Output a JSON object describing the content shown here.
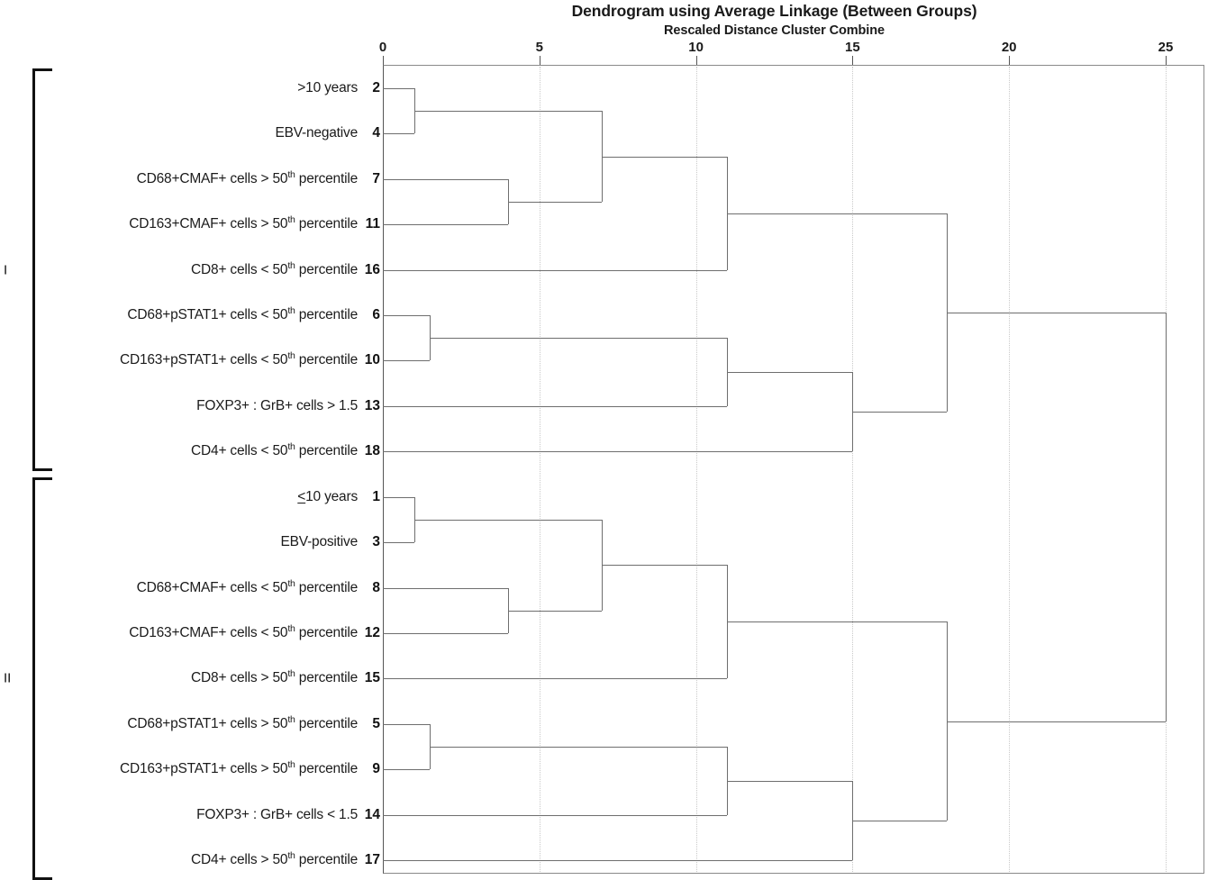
{
  "chart_data": {
    "type": "dendrogram",
    "title": "Dendrogram using Average Linkage (Between Groups)",
    "subtitle": "Rescaled Distance Cluster Combine",
    "xlabel": "Rescaled Distance Cluster Combine",
    "ylabel": "",
    "xlim": [
      0,
      25.8
    ],
    "grid": true,
    "legend": "none",
    "axis": {
      "ticks": [
        0,
        5,
        10,
        15,
        20,
        25
      ],
      "tick_labels": [
        "0",
        "5",
        "10",
        "15",
        "20",
        "25"
      ]
    },
    "leaves": [
      {
        "order": 1,
        "num": "2",
        "label": "&gt;10 years",
        "cluster": "I"
      },
      {
        "order": 2,
        "num": "4",
        "label": "EBV-negative",
        "cluster": "I"
      },
      {
        "order": 3,
        "num": "7",
        "label": "CD68+CMAF+ cells &gt; 50<sup>th</sup> percentile",
        "cluster": "I"
      },
      {
        "order": 4,
        "num": "11",
        "label": "CD163+CMAF+ cells &gt; 50<sup>th</sup> percentile",
        "cluster": "I"
      },
      {
        "order": 5,
        "num": "16",
        "label": "CD8+ cells &lt; 50<sup>th</sup> percentile",
        "cluster": "I"
      },
      {
        "order": 6,
        "num": "6",
        "label": "CD68+pSTAT1+ cells &lt; 50<sup>th</sup> percentile",
        "cluster": "I"
      },
      {
        "order": 7,
        "num": "10",
        "label": "CD163+pSTAT1+ cells &lt; 50<sup>th</sup> percentile",
        "cluster": "I"
      },
      {
        "order": 8,
        "num": "13",
        "label": "FOXP3+ : GrB+ cells &gt; 1.5",
        "cluster": "I"
      },
      {
        "order": 9,
        "num": "18",
        "label": "CD4+ cells &lt; 50<sup>th</sup> percentile",
        "cluster": "I"
      },
      {
        "order": 10,
        "num": "1",
        "label": "<span class=\"le\">&lt;</span>10 years",
        "cluster": "II"
      },
      {
        "order": 11,
        "num": "3",
        "label": "EBV-positive",
        "cluster": "II"
      },
      {
        "order": 12,
        "num": "8",
        "label": "CD68+CMAF+ cells &lt; 50<sup>th</sup> percentile",
        "cluster": "II"
      },
      {
        "order": 13,
        "num": "12",
        "label": "CD163+CMAF+ cells &lt; 50<sup>th</sup> percentile",
        "cluster": "II"
      },
      {
        "order": 14,
        "num": "15",
        "label": "CD8+ cells &gt; 50<sup>th</sup> percentile",
        "cluster": "II"
      },
      {
        "order": 15,
        "num": "5",
        "label": "CD68+pSTAT1+ cells &gt; 50<sup>th</sup> percentile",
        "cluster": "II"
      },
      {
        "order": 16,
        "num": "9",
        "label": "CD163+pSTAT1+ cells &gt; 50<sup>th</sup> percentile",
        "cluster": "II"
      },
      {
        "order": 17,
        "num": "14",
        "label": "FOXP3+ : GrB+ cells &lt; 1.5",
        "cluster": "II"
      },
      {
        "order": 18,
        "num": "17",
        "label": "CD4+ cells &gt; 50<sup>th</sup> percentile",
        "cluster": "II"
      }
    ],
    "merges": [
      {
        "id": "m1",
        "a": "leaf:0",
        "b": "leaf:1",
        "distance": 1.0
      },
      {
        "id": "m2",
        "a": "leaf:2",
        "b": "leaf:3",
        "distance": 4.0
      },
      {
        "id": "m3",
        "a": "m1",
        "b": "m2",
        "distance": 7.0
      },
      {
        "id": "m4",
        "a": "m3",
        "b": "leaf:4",
        "distance": 11.0
      },
      {
        "id": "m5",
        "a": "leaf:5",
        "b": "leaf:6",
        "distance": 1.5
      },
      {
        "id": "m6",
        "a": "m5",
        "b": "leaf:7",
        "distance": 11.0
      },
      {
        "id": "m7",
        "a": "m6",
        "b": "leaf:8",
        "distance": 15.0
      },
      {
        "id": "m8",
        "a": "m4",
        "b": "m7",
        "distance": 18.0
      },
      {
        "id": "m9",
        "a": "leaf:9",
        "b": "leaf:10",
        "distance": 1.0
      },
      {
        "id": "m10",
        "a": "leaf:11",
        "b": "leaf:12",
        "distance": 4.0
      },
      {
        "id": "m11",
        "a": "m9",
        "b": "m10",
        "distance": 7.0
      },
      {
        "id": "m12",
        "a": "m11",
        "b": "leaf:13",
        "distance": 11.0
      },
      {
        "id": "m13",
        "a": "leaf:14",
        "b": "leaf:15",
        "distance": 1.5
      },
      {
        "id": "m14",
        "a": "m13",
        "b": "leaf:16",
        "distance": 11.0
      },
      {
        "id": "m15",
        "a": "m14",
        "b": "leaf:17",
        "distance": 15.0
      },
      {
        "id": "m16",
        "a": "m12",
        "b": "m15",
        "distance": 18.0
      },
      {
        "id": "m17",
        "a": "m8",
        "b": "m16",
        "distance": 25.0
      }
    ],
    "clusters": [
      {
        "name": "I",
        "first_leaf": 0,
        "last_leaf": 8
      },
      {
        "name": "II",
        "first_leaf": 9,
        "last_leaf": 17
      }
    ],
    "colors": {
      "line": "#6e6e6e",
      "frame": "#8a8a8a",
      "grid": "#c9c9c9",
      "bracket": "#111111",
      "text": "#1a1a1a",
      "background": "#ffffff"
    }
  }
}
